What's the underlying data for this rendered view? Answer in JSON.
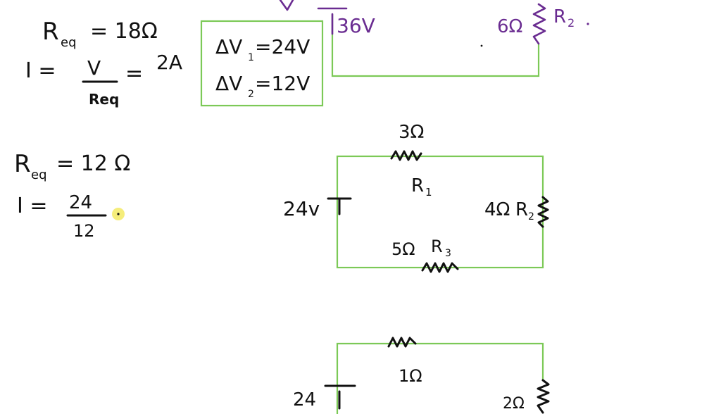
{
  "colors": {
    "ink": "#111111",
    "wire": "#7cc957",
    "purple": "#6a2c91",
    "cursor": "#f2e85a"
  },
  "notes": {
    "top": {
      "req_symbol": "R",
      "req_sub": "eq",
      "req_value": "= 18Ω",
      "current_label": "I  =",
      "fraction_num": "V",
      "fraction_den": "Req",
      "current_equals": "=",
      "current_value": "2A"
    },
    "middle": {
      "req_symbol": "R",
      "req_sub": "eq",
      "req_value": "= 12 Ω",
      "current_label": "I =",
      "fraction_num": "24",
      "fraction_den": "12"
    }
  },
  "voltage_box": {
    "line1": "ΔV",
    "line1_sub": "1",
    "line1_value": "=24V",
    "line2": "ΔV",
    "line2_sub": "2",
    "line2_value": "=12V"
  },
  "circuit_top": {
    "battery_label": "36V",
    "resistor_value": "6Ω",
    "resistor_name": "R",
    "resistor_sub": "2"
  },
  "circuit_middle": {
    "r1_value": "3Ω",
    "r1_name": "R",
    "r1_sub": "1",
    "battery_label": "24v",
    "r2_value": "4Ω",
    "r2_name": "R",
    "r2_sub": "2",
    "r3_value": "5Ω",
    "r3_name": "R",
    "r3_sub": "3"
  },
  "circuit_bottom": {
    "top_resistor_value": "1Ω",
    "battery_label": "24",
    "right_resistor_value": "2Ω"
  }
}
